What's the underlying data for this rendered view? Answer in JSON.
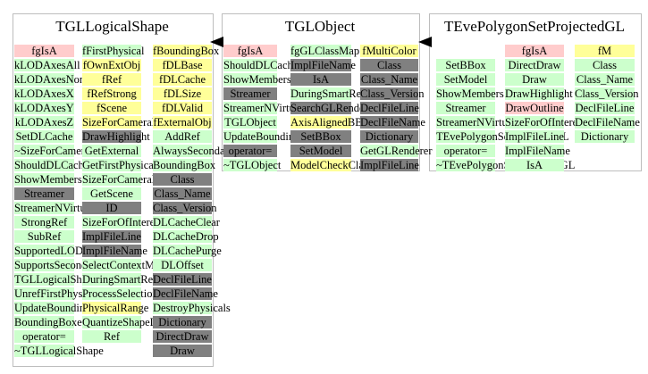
{
  "colors": {
    "green": "#ccffcc",
    "pink": "#ffcccc",
    "yellow": "#ffff99",
    "gray": "#808080",
    "border": "#bdbdbd"
  },
  "boxes": [
    {
      "id": "tglshape",
      "title": "TGLLogicalShape"
    },
    {
      "id": "tglobject",
      "title": "TGLObject"
    },
    {
      "id": "teve",
      "title": "TEvePolygonSetProjectedGL"
    }
  ],
  "columns": {
    "shape_c1": [
      [
        "fgIsA",
        "pink"
      ],
      [
        "kLODAxesAll",
        "green"
      ],
      [
        "kLODAxesNone",
        "green"
      ],
      [
        "kLODAxesX",
        "green"
      ],
      [
        "kLODAxesY",
        "green"
      ],
      [
        "kLODAxesZ",
        "green"
      ],
      [
        "SetDLCache",
        "green"
      ],
      [
        "~SizeForCameraInterest",
        "green"
      ],
      [
        "ShouldDLCache",
        "green"
      ],
      [
        "ShowMembers",
        "green"
      ],
      [
        "Streamer",
        "gray"
      ],
      [
        "StreamerNVirtual",
        "green"
      ],
      [
        "StrongRef",
        "green"
      ],
      [
        "SubRef",
        "green"
      ],
      [
        "SupportedLODAxes",
        "green"
      ],
      [
        "SupportsSecondarySelect",
        "green"
      ],
      [
        "TGLLogicalShape",
        "green"
      ],
      [
        "UnrefFirstPhysical",
        "green"
      ],
      [
        "UpdateBoundingBox",
        "green"
      ],
      [
        "BoundingBoxesOfPhysicals",
        "green"
      ],
      [
        "operator=",
        "green"
      ],
      [
        "~TGLLogicalShape",
        "green"
      ]
    ],
    "shape_c2": [
      [
        "fFirstPhysical",
        "green"
      ],
      [
        "fOwnExtObj",
        "yellow"
      ],
      [
        "fRef",
        "yellow"
      ],
      [
        "fRefStrong",
        "yellow"
      ],
      [
        "fScene",
        "yellow"
      ],
      [
        "SizeForCameraInterest",
        "yellow"
      ],
      [
        "DrawHighlight",
        "gray"
      ],
      [
        "GetExternal",
        "green"
      ],
      [
        "GetFirstPhysical",
        "green"
      ],
      [
        "SizeForCameraInterest",
        "green"
      ],
      [
        "GetScene",
        "green"
      ],
      [
        "ID",
        "gray"
      ],
      [
        "SizeForOfInterest",
        "green"
      ],
      [
        "ImplFileLine",
        "gray"
      ],
      [
        "ImplFileName",
        "gray"
      ],
      [
        "SelectContextMenu",
        "green"
      ],
      [
        "DuringSmartRefresh",
        "green"
      ],
      [
        "ProcessSelection",
        "green"
      ],
      [
        "PhysicalRange",
        "yellow"
      ],
      [
        "QuantizeShapeLOD",
        "green"
      ],
      [
        "Ref",
        "green"
      ]
    ],
    "shape_c3": [
      [
        "fBoundingBox",
        "yellow"
      ],
      [
        "fDLBase",
        "yellow"
      ],
      [
        "fDLCache",
        "yellow"
      ],
      [
        "fDLSize",
        "yellow"
      ],
      [
        "fDLValid",
        "yellow"
      ],
      [
        "fExternalObj",
        "yellow"
      ],
      [
        "AddRef",
        "green"
      ],
      [
        "AlwaysSecondarySelect",
        "green"
      ],
      [
        "BoundingBox",
        "green"
      ],
      [
        "Class",
        "gray"
      ],
      [
        "Class_Name",
        "gray"
      ],
      [
        "Class_Version",
        "gray"
      ],
      [
        "DLCacheClear",
        "green"
      ],
      [
        "DLCacheDrop",
        "green"
      ],
      [
        "DLCachePurge",
        "green"
      ],
      [
        "DLOffset",
        "green"
      ],
      [
        "DeclFileLine",
        "gray"
      ],
      [
        "DeclFileName",
        "gray"
      ],
      [
        "DestroyPhysicals",
        "green"
      ],
      [
        "Dictionary",
        "gray"
      ],
      [
        "DirectDraw",
        "gray"
      ],
      [
        "Draw",
        "gray"
      ]
    ],
    "obj_c1": [
      [
        "fgIsA",
        "pink"
      ],
      [
        "ShouldDLCache",
        "green"
      ],
      [
        "ShowMembers",
        "green"
      ],
      [
        "Streamer",
        "gray"
      ],
      [
        "StreamerNVirtual",
        "green"
      ],
      [
        "TGLObject",
        "green"
      ],
      [
        "UpdateBoundingBox",
        "green"
      ],
      [
        "operator=",
        "gray"
      ],
      [
        "~TGLObject",
        "green"
      ]
    ],
    "obj_c2": [
      [
        "fgGLClassMap",
        "green"
      ],
      [
        "ImplFileName",
        "gray"
      ],
      [
        "IsA",
        "gray"
      ],
      [
        "DuringSmartRefresh",
        "green"
      ],
      [
        "SearchGLRenderer",
        "gray"
      ],
      [
        "AxisAlignedBBox",
        "yellow"
      ],
      [
        "SetBBox",
        "gray"
      ],
      [
        "SetModel",
        "gray"
      ],
      [
        "ModelCheckClass",
        "yellow"
      ]
    ],
    "obj_c3": [
      [
        "fMultiColor",
        "yellow"
      ],
      [
        "Class",
        "gray"
      ],
      [
        "Class_Name",
        "gray"
      ],
      [
        "Class_Version",
        "gray"
      ],
      [
        "DeclFileLine",
        "gray"
      ],
      [
        "DeclFileName",
        "gray"
      ],
      [
        "Dictionary",
        "gray"
      ],
      [
        "GetGLRenderer",
        "green"
      ],
      [
        "ImplFileLine",
        "gray"
      ]
    ],
    "eve_c1": [
      [
        "SetBBox",
        "green"
      ],
      [
        "SetModel",
        "green"
      ],
      [
        "ShowMembers",
        "green"
      ],
      [
        "Streamer",
        "green"
      ],
      [
        "StreamerNVirtual",
        "green"
      ],
      [
        "TEvePolygonSetProjectedGL",
        "green"
      ],
      [
        "operator=",
        "green"
      ],
      [
        "~TEvePolygonSetProjectedGL",
        "green"
      ]
    ],
    "eve_c2": [
      [
        "fgIsA",
        "pink"
      ],
      [
        "DirectDraw",
        "green"
      ],
      [
        "Draw",
        "green"
      ],
      [
        "DrawHighlight",
        "green"
      ],
      [
        "DrawOutline",
        "pink"
      ],
      [
        "SizeForOfInterest",
        "green"
      ],
      [
        "ImplFileLine",
        "green"
      ],
      [
        "ImplFileName",
        "green"
      ],
      [
        "IsA",
        "green"
      ]
    ],
    "eve_c3": [
      [
        "fM",
        "yellow"
      ],
      [
        "Class",
        "green"
      ],
      [
        "Class_Name",
        "green"
      ],
      [
        "Class_Version",
        "green"
      ],
      [
        "DeclFileLine",
        "green"
      ],
      [
        "DeclFileName",
        "green"
      ],
      [
        "Dictionary",
        "green"
      ]
    ]
  }
}
